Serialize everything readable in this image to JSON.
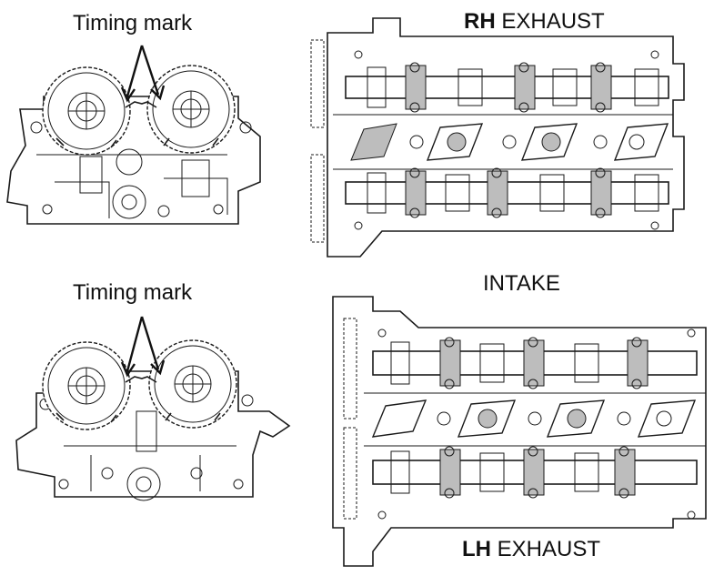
{
  "labels": {
    "timing_mark_top": "Timing mark",
    "timing_mark_bottom": "Timing mark",
    "rh_prefix": "RH",
    "rh_suffix": " EXHAUST",
    "intake": "INTAKE",
    "lh_prefix": "LH",
    "lh_suffix": " EXHAUST"
  },
  "colors": {
    "line": "#1a1a1a",
    "shade": "#bdbdbd",
    "background": "#ffffff"
  }
}
